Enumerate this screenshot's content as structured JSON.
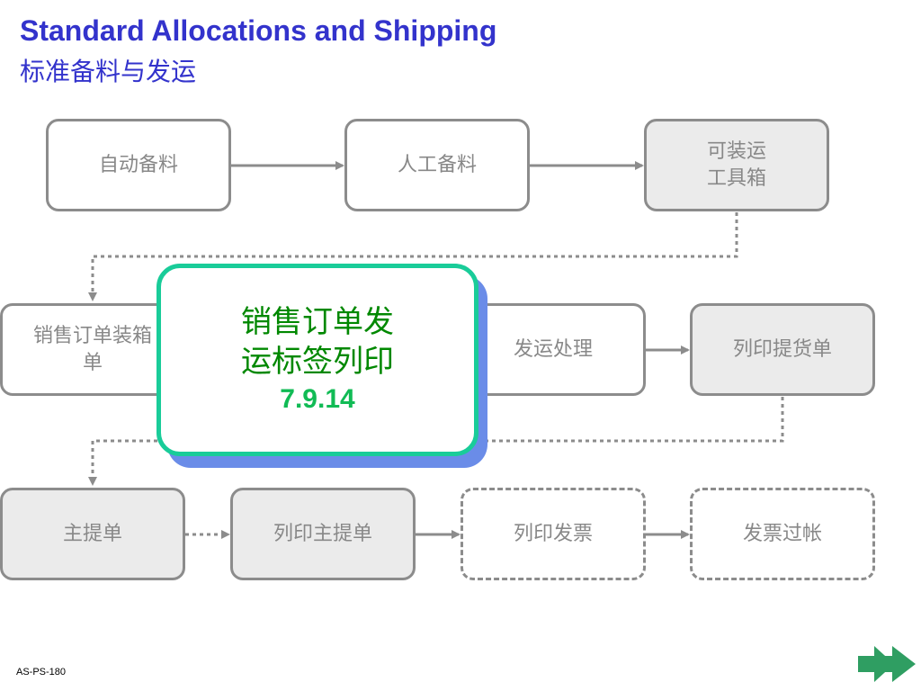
{
  "title": {
    "english": "Standard Allocations and Shipping",
    "chinese": "标准备料与发运"
  },
  "nodes": {
    "auto_alloc": [
      "自动备料"
    ],
    "manual_alloc": [
      "人工备料"
    ],
    "shippable_toolbox": [
      "可装运",
      "工具箱"
    ],
    "pack_slip": [
      "销售订单装箱",
      "单"
    ],
    "ship_process": [
      "发运处理"
    ],
    "print_bol": [
      "列印提货单"
    ],
    "master_bol": [
      "主提单"
    ],
    "print_master_bol": [
      "列印主提单"
    ],
    "print_invoice": [
      "列印发票"
    ],
    "invoice_post": [
      "发票过帐"
    ]
  },
  "highlight": {
    "line1": "销售订单发",
    "line2": "运标签列印",
    "number": "7.9.14"
  },
  "footer": {
    "code": "AS-PS-180"
  },
  "colors": {
    "title": "#3333cc",
    "box_border": "#8c8c8c",
    "box_text": "#888888",
    "box_grey_fill": "#ebebeb",
    "highlight_border": "#19cc99",
    "highlight_shadow": "#6a8ce8",
    "highlight_text": "#008800",
    "highlight_number": "#11bb55",
    "next_arrow": "#2f9e62"
  },
  "icons": {
    "next": "next-arrow-icon"
  }
}
